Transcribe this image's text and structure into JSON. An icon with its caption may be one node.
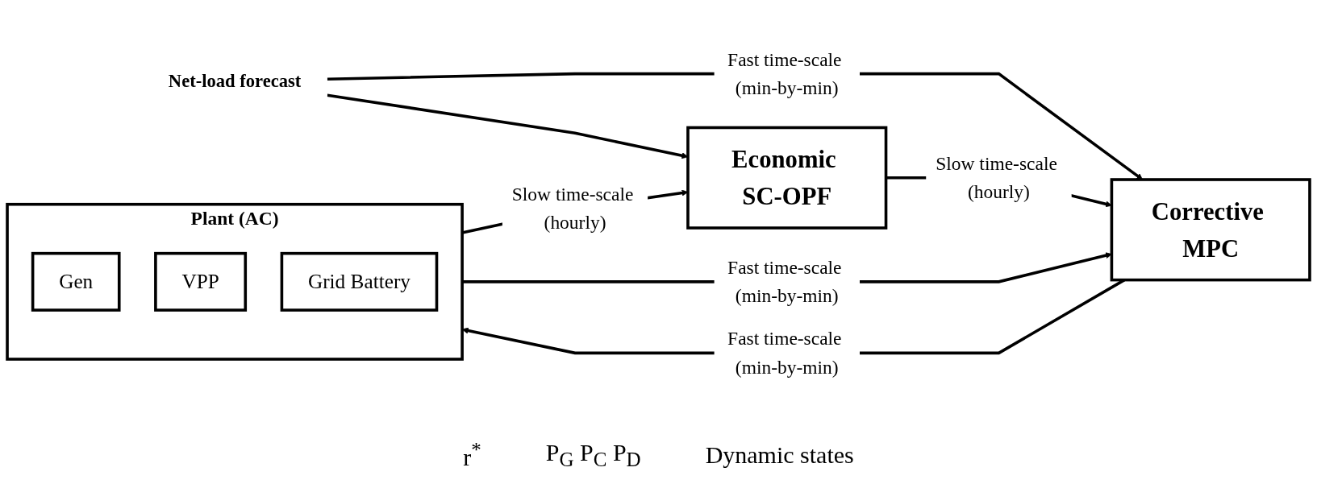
{
  "diagram": {
    "nodes": [
      {
        "text": [
          "Net-load forecast"
        ]
      },
      {
        "text": [
          "Economic SC-OPF"
        ]
      },
      {
        "text": [
          "Corrective MPC"
        ]
      },
      {
        "text": [
          "Plant (AC)"
        ]
      },
      {
        "text": [
          "Gen"
        ],
        "in": 3
      },
      {
        "text": [
          "VPP"
        ],
        "in": 3
      },
      {
        "text": [
          "Grid Battery"
        ],
        "in": 3
      }
    ],
    "edges": [
      {
        "from": 0,
        "to": 1,
        "arrow": "to"
      },
      {
        "from": 0,
        "to": 2,
        "arrow": "to",
        "label": "Fast time-scale (min-by-min)"
      },
      {
        "from": 1,
        "to": 2,
        "arrow": "to",
        "label": "Slow time-scale (hourly)"
      },
      {
        "from": 2,
        "to": 3,
        "arrow": "to",
        "label": "Fast time-scale (min-by-min)"
      },
      {
        "from": 3,
        "to": 2,
        "arrow": "to",
        "label": "Fast time-scale (min-by-min)"
      },
      {
        "from": 3,
        "to": 1,
        "arrow": "to",
        "label": "Slow time-scale (hourly)"
      }
    ],
    "labels": [
      "r$^{*}$",
      "P$_{G}$ P$_{C}$ P$_{D}$",
      "Dynamic states"
    ]
  }
}
